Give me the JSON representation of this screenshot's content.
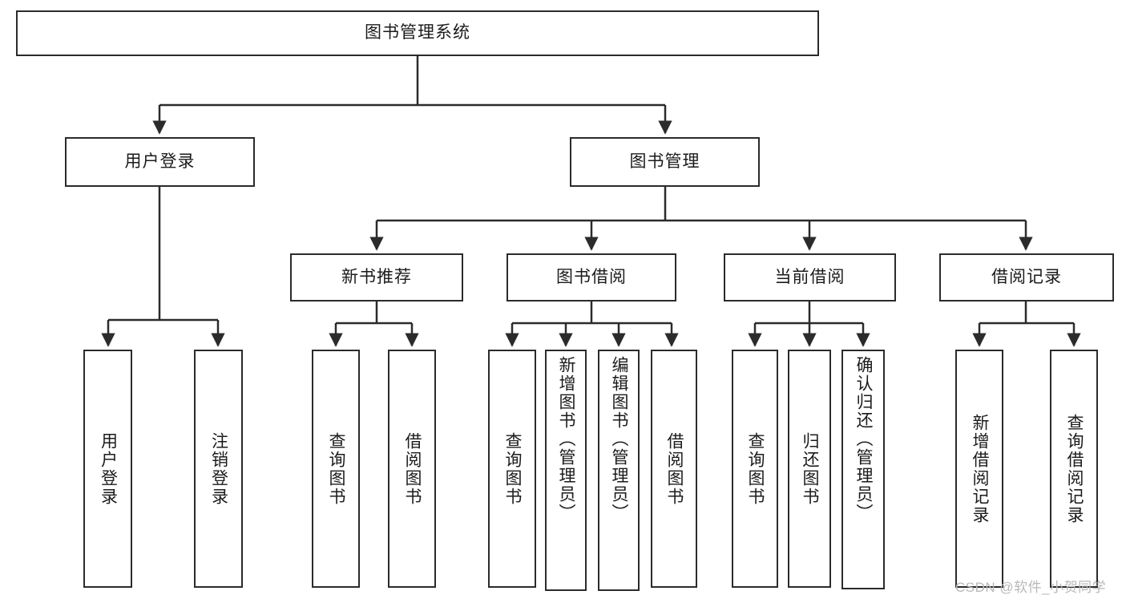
{
  "diagram": {
    "title_node": {
      "label": "图书管理系统"
    },
    "level2": [
      {
        "id": "user-login",
        "label": "用户登录"
      },
      {
        "id": "book-management",
        "label": "图书管理"
      }
    ],
    "level3": [
      {
        "id": "new-book-recommend",
        "label": "新书推荐"
      },
      {
        "id": "book-borrow",
        "label": "图书借阅"
      },
      {
        "id": "current-borrow",
        "label": "当前借阅"
      },
      {
        "id": "borrow-record",
        "label": "借阅记录"
      }
    ],
    "leaves": [
      {
        "id": "leaf-user-login",
        "label": "用户登录",
        "parent": "user-login"
      },
      {
        "id": "leaf-logout-login",
        "label": "注销登录",
        "parent": "user-login"
      },
      {
        "id": "leaf-query-book-1",
        "label": "查询图书",
        "parent": "new-book-recommend"
      },
      {
        "id": "leaf-borrow-book-1",
        "label": "借阅图书",
        "parent": "new-book-recommend"
      },
      {
        "id": "leaf-query-book-2",
        "label": "查询图书",
        "parent": "book-borrow"
      },
      {
        "id": "leaf-add-book-admin",
        "label": "新增图书（管理员）",
        "parent": "book-borrow"
      },
      {
        "id": "leaf-edit-book-admin",
        "label": "编辑图书（管理员）",
        "parent": "book-borrow"
      },
      {
        "id": "leaf-borrow-book-2",
        "label": "借阅图书",
        "parent": "book-borrow"
      },
      {
        "id": "leaf-query-book-3",
        "label": "查询图书",
        "parent": "current-borrow"
      },
      {
        "id": "leaf-return-book",
        "label": "归还图书",
        "parent": "current-borrow"
      },
      {
        "id": "leaf-confirm-return-admin",
        "label": "确认归还（管理员）",
        "parent": "current-borrow"
      },
      {
        "id": "leaf-add-borrow-record",
        "label": "新增借阅记录",
        "parent": "borrow-record"
      },
      {
        "id": "leaf-query-borrow-record",
        "label": "查询借阅记录",
        "parent": "borrow-record"
      }
    ],
    "watermark": "CSDN @软件_小贺同学",
    "colors": {
      "stroke": "#2b2b2b",
      "fill": "#ffffff",
      "text": "#1b1b1b",
      "watermark": "#b9b9b9"
    }
  }
}
